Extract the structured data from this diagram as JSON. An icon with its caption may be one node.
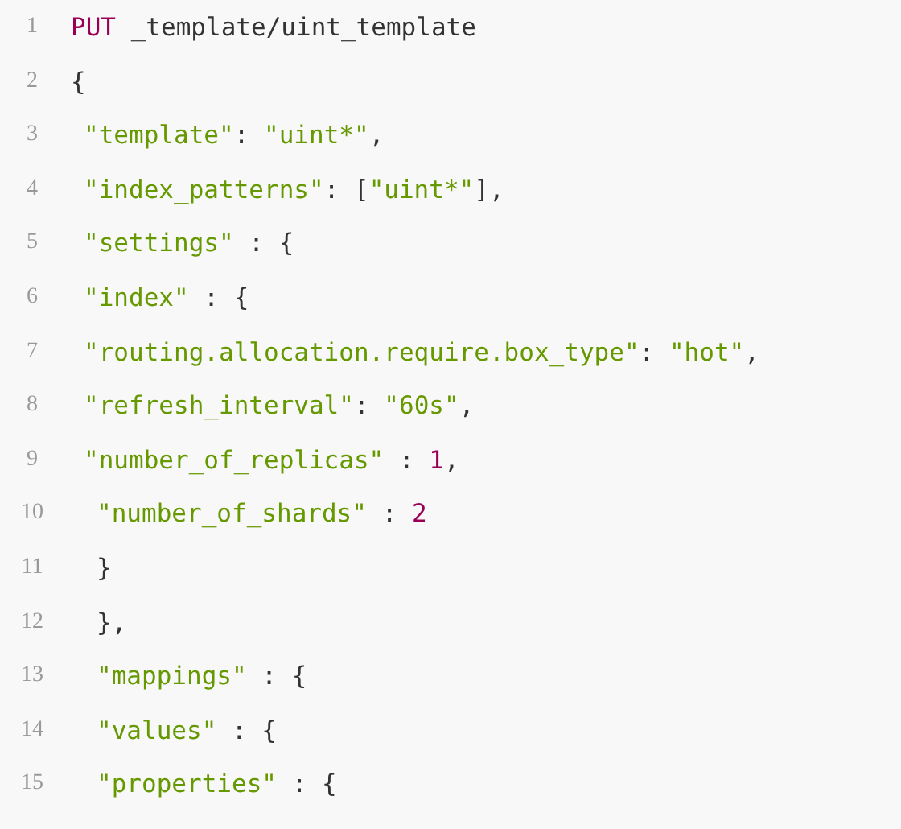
{
  "diagram": {
    "labels": [
      "1",
      "PUT _template/uint_template",
      "2",
      "{",
      "3",
      "\"template\": \"uint*\",",
      "4",
      "\"index_patterns\": [\"uint*\"],",
      "5",
      "\"settings\" : {",
      "6",
      "\"index\" : {",
      "7",
      "\"routing.allocation.require.box_type\": \"hot\",",
      "8",
      "\"refresh_interval\": \"60s\",",
      "9",
      "\"number_of_replicas\" : 1,",
      "10",
      "\"number_of_shards\" : 2",
      "11",
      "}",
      "12",
      "},",
      "13",
      "\"mappings\" : {",
      "14",
      "\"values\" : {",
      "15",
      "\"properties\" : {"
    ]
  }
}
